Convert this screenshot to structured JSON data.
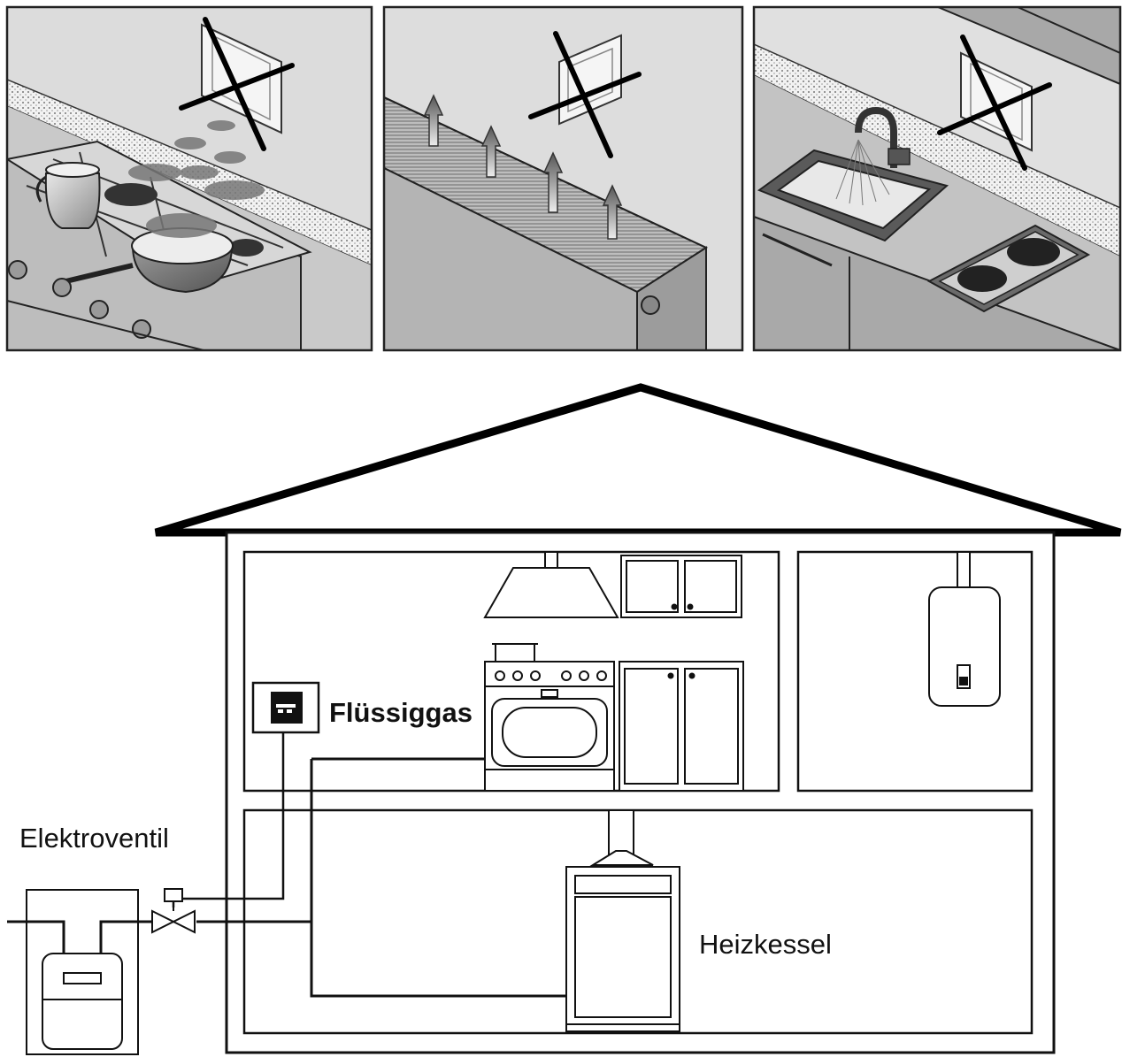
{
  "panels": [
    {
      "name": "stove-panel",
      "shows": "gas stove with pot and steam, crossed-out wall vent"
    },
    {
      "name": "radiator-panel",
      "shows": "radiator with rising warm air arrows, crossed-out wall vent"
    },
    {
      "name": "sink-panel",
      "shows": "kitchen sink with running tap and electric hob, crossed-out wall vent"
    }
  ],
  "labels": {
    "detector": "Flüssiggas",
    "valve": "Elektroventil",
    "boiler": "Heizkessel"
  }
}
